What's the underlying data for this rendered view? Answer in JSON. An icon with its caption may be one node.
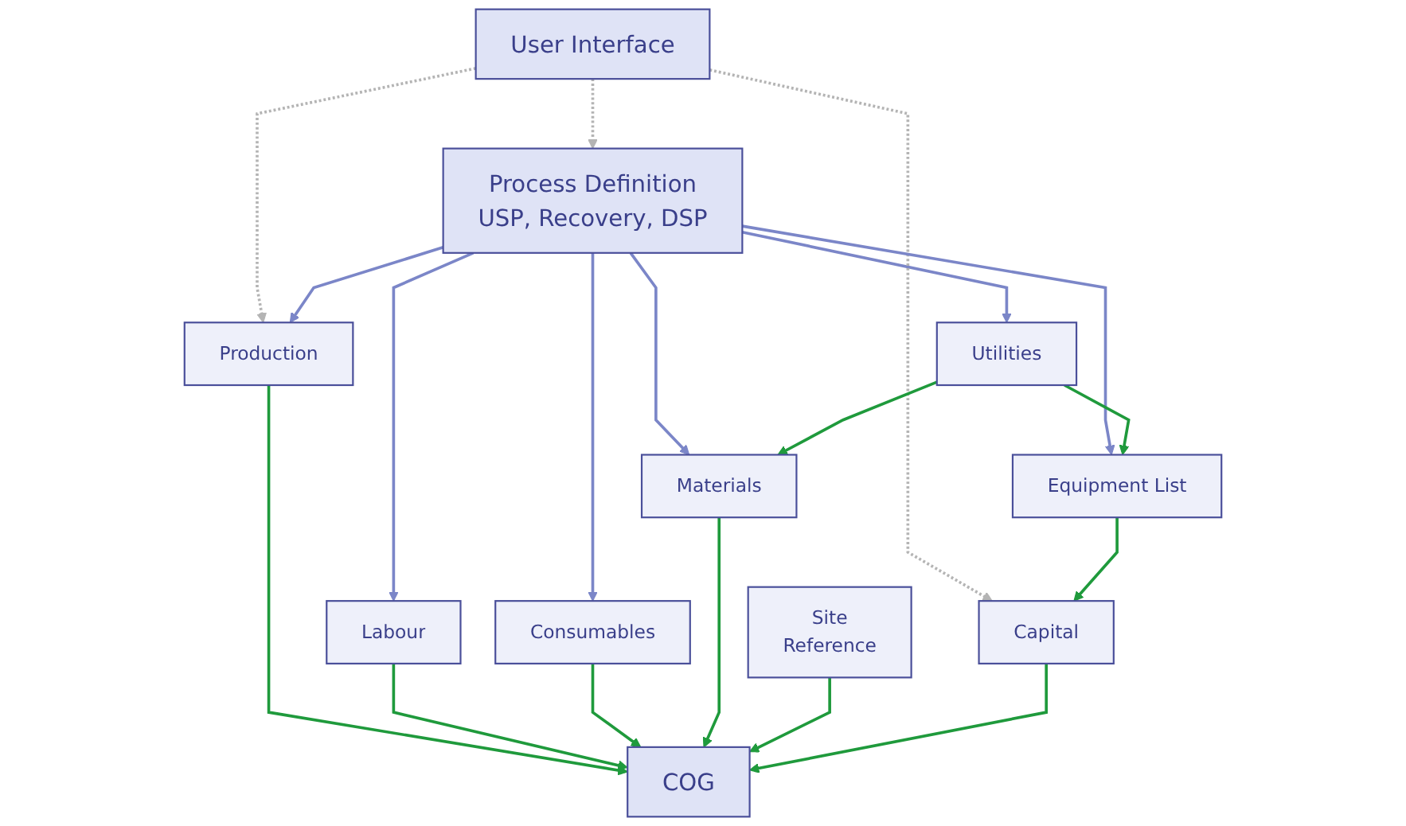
{
  "diagram": {
    "nodes": [
      {
        "text": [
          "User Interface"
        ]
      },
      {
        "text": [
          "Process Definition",
          "USP, Recovery, DSP"
        ]
      },
      {
        "text": [
          "Utilities"
        ]
      },
      {
        "text": [
          "Production"
        ]
      },
      {
        "text": [
          "Labour"
        ]
      },
      {
        "text": [
          "Consumables"
        ]
      },
      {
        "text": [
          "Materials"
        ]
      },
      {
        "text": [
          "Equipment List"
        ]
      },
      {
        "text": [
          "Site",
          "Reference"
        ]
      },
      {
        "text": [
          "COG"
        ]
      },
      {
        "text": [
          "Capital"
        ]
      }
    ],
    "edges": [
      {
        "from": 0,
        "to": 1,
        "arrow": "to",
        "style": "dashed",
        "color": "#b4b4b4"
      },
      {
        "from": 1,
        "to": 2,
        "arrow": "to",
        "color": "#7b86c8"
      },
      {
        "from": 0,
        "to": 3,
        "arrow": "to",
        "style": "dashed",
        "color": "#b4b4b4"
      },
      {
        "from": 0,
        "to": 10,
        "arrow": "to",
        "style": "dashed",
        "color": "#b4b4b4"
      },
      {
        "from": 1,
        "to": 3,
        "arrow": "to",
        "color": "#7b86c8"
      },
      {
        "from": 1,
        "to": 4,
        "arrow": "to",
        "color": "#7b86c8"
      },
      {
        "from": 1,
        "to": 5,
        "arrow": "to",
        "color": "#7b86c8"
      },
      {
        "from": 1,
        "to": 6,
        "arrow": "to",
        "color": "#7b86c8"
      },
      {
        "from": 1,
        "to": 7,
        "arrow": "to",
        "color": "#7b86c8"
      },
      {
        "from": 2,
        "to": 6,
        "arrow": "to"
      },
      {
        "from": 2,
        "to": 7,
        "arrow": "to"
      },
      {
        "from": 3,
        "to": 9,
        "arrow": "to"
      },
      {
        "from": 4,
        "to": 9,
        "arrow": "to"
      },
      {
        "from": 5,
        "to": 9,
        "arrow": "to"
      },
      {
        "from": 6,
        "to": 9,
        "arrow": "to"
      },
      {
        "from": 7,
        "to": 10,
        "arrow": "to"
      },
      {
        "from": 8,
        "to": 9,
        "arrow": "to"
      },
      {
        "from": 10,
        "to": 9,
        "arrow": "to"
      }
    ]
  }
}
